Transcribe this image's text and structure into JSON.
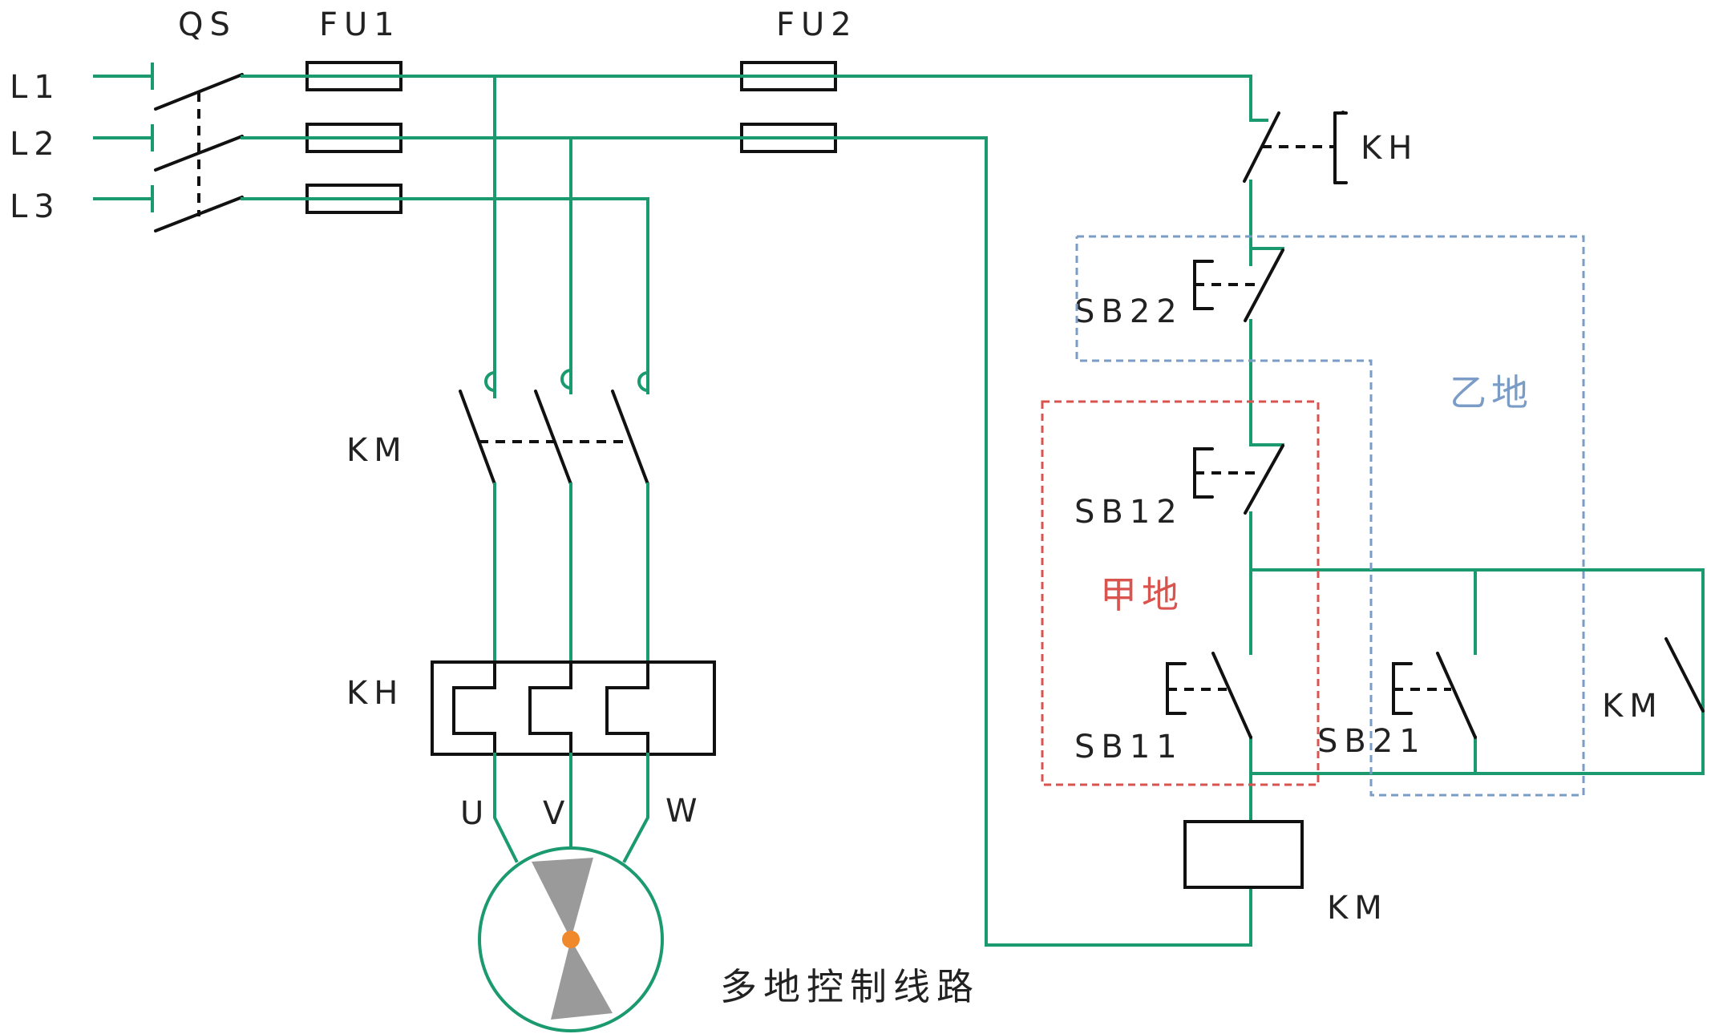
{
  "labels": {
    "qs": "QS",
    "fu1": "FU1",
    "fu2": "FU2",
    "l1": "L1",
    "l2": "L2",
    "l3": "L3",
    "kh_control": "KH",
    "km_main": "KM",
    "kh_main": "KH",
    "u": "U",
    "v": "V",
    "w": "W",
    "sb22": "SB22",
    "sb12": "SB12",
    "sb11": "SB11",
    "sb21": "SB21",
    "km_aux": "KM",
    "km_coil": "KM"
  },
  "zones": {
    "jia": {
      "label": "甲地",
      "color": "#d9534f"
    },
    "yi": {
      "label": "乙地",
      "color": "#7a9cc6"
    }
  },
  "title": "多地控制线路",
  "colors": {
    "wire": "#1a9a6e",
    "component": "#111111",
    "motor_blades": "#9a9a9a",
    "motor_hub": "#f0892c"
  }
}
